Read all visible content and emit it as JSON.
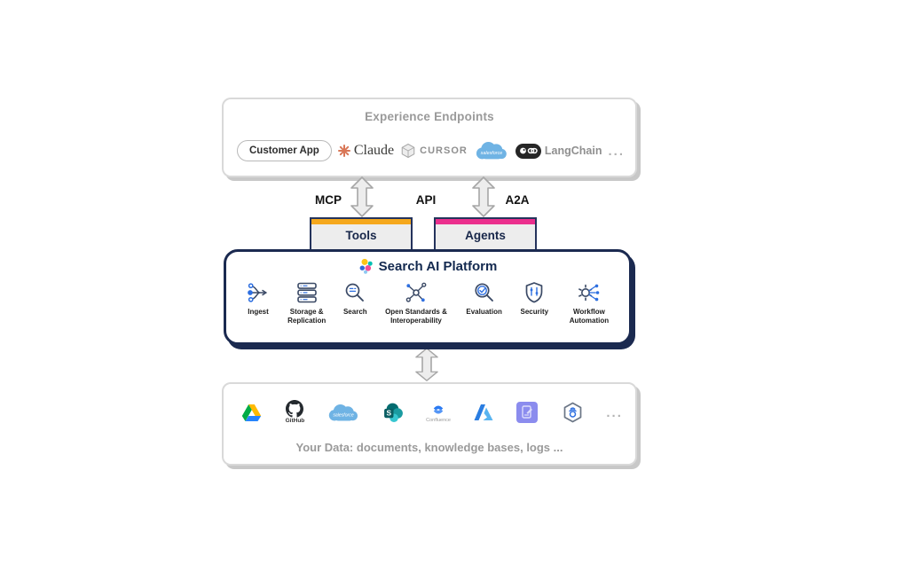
{
  "endpoints": {
    "title": "Experience Endpoints",
    "customer_app": "Customer App",
    "claude": "Claude",
    "cursor": "CURSOR",
    "salesforce_text": "salesforce",
    "langchain": "LangChain",
    "ellipsis": "...",
    "icons": [
      "claude-starburst-icon",
      "cursor-cube-icon",
      "salesforce-cloud-icon",
      "langchain-parrot-link-icon",
      "ellipsis-icon"
    ]
  },
  "connectors": {
    "mcp": "MCP",
    "api": "API",
    "a2a": "A2A"
  },
  "tools": {
    "label": "Tools",
    "bar_color": "#f5a81d"
  },
  "agents": {
    "label": "Agents",
    "bar_color": "#eb2f8d"
  },
  "platform": {
    "title": "Search AI Platform",
    "logo_icon": "elastic-cluster-icon",
    "border_color": "#1b2a50",
    "features": [
      {
        "label": "Ingest",
        "icon": "ingest-merge-arrow-icon"
      },
      {
        "label": "Storage & Replication",
        "icon": "server-stack-icon"
      },
      {
        "label": "Search",
        "icon": "magnifier-list-icon"
      },
      {
        "label": "Open Standards & Interoperability",
        "icon": "network-nodes-icon"
      },
      {
        "label": "Evaluation",
        "icon": "magnifier-check-icon"
      },
      {
        "label": "Security",
        "icon": "shield-sliders-icon"
      },
      {
        "label": "Workflow Automation",
        "icon": "gear-flow-icon"
      }
    ]
  },
  "data_sources": {
    "github_label": "GitHub",
    "confluence_label": "Confluence",
    "salesforce_text": "salesforce",
    "caption": "Your Data: documents, knowledge bases, logs ...",
    "ellipsis": "...",
    "icons": [
      "google-drive-icon",
      "github-octocat-icon",
      "salesforce-cloud-icon",
      "sharepoint-icon",
      "confluence-icon",
      "azure-icon",
      "purple-doc-service-icon",
      "hexagon-stream-icon",
      "ellipsis-icon"
    ]
  },
  "colors": {
    "box_border": "#d9d9d9",
    "box_shadow": "#c8c8c8",
    "muted_text": "#9a9a9a",
    "arrow_fill": "#ededed",
    "arrow_stroke": "#a6a6a6",
    "navy": "#1b2a50",
    "tools_bar": "#f5a81d",
    "agents_bar": "#eb2f8d"
  }
}
